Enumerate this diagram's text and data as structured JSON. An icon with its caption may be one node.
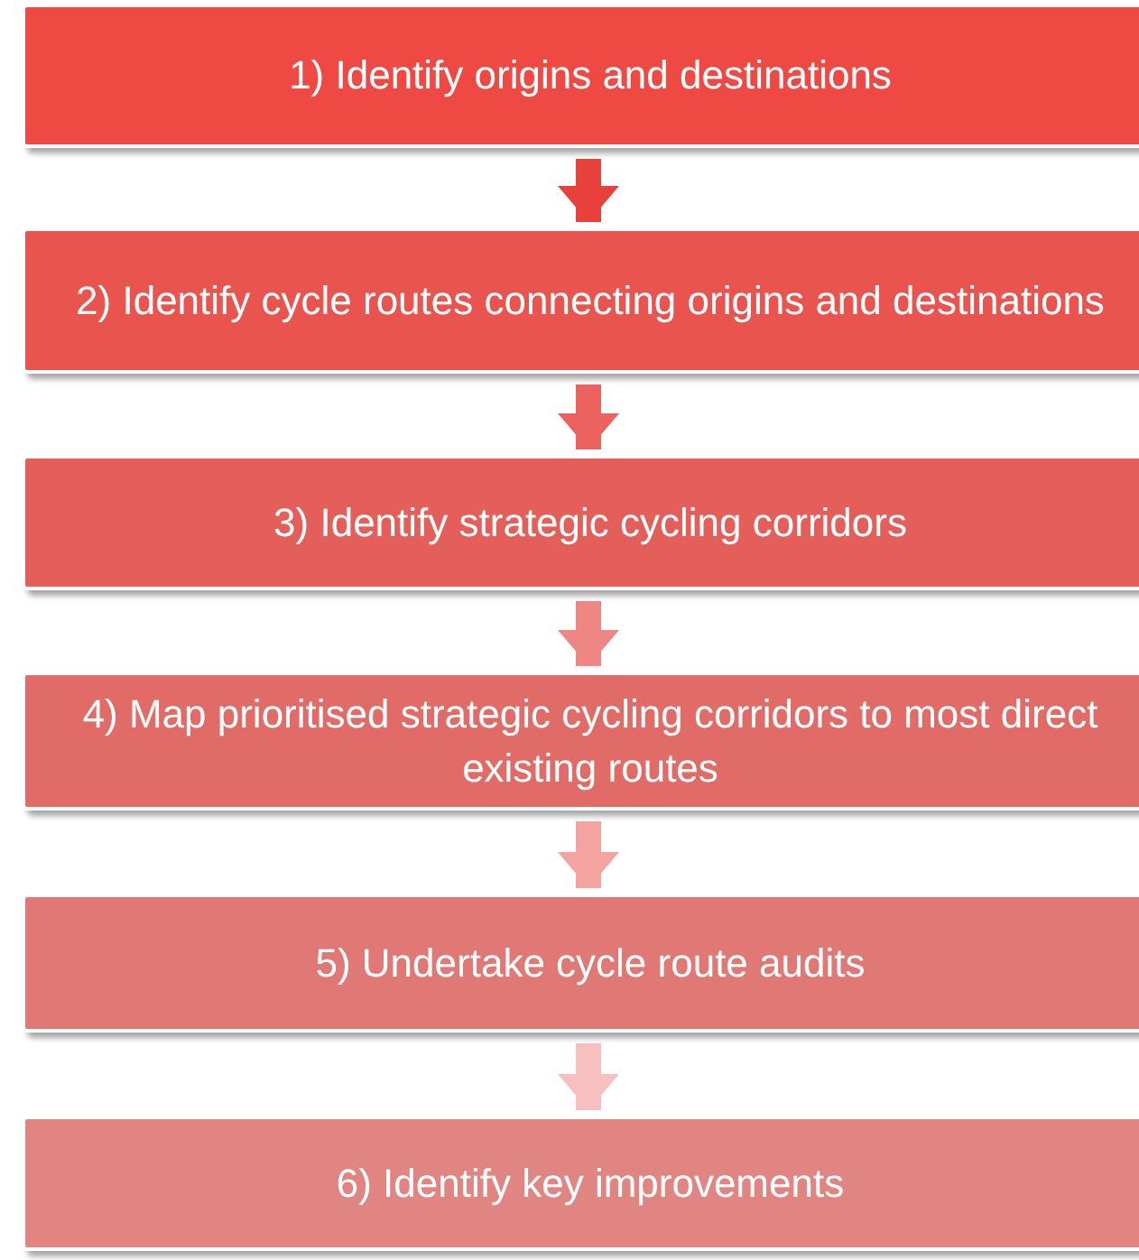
{
  "diagram": {
    "nodes": [
      {
        "text": [
          "1) Identify origins and destinations"
        ]
      },
      {
        "text": [
          "2) Identify cycle routes connecting origins and destinations"
        ]
      },
      {
        "text": [
          "3) Identify strategic cycling corridors"
        ]
      },
      {
        "text": [
          "4) Map prioritised strategic cycling corridors to most direct existing routes"
        ]
      },
      {
        "text": [
          "5) Undertake cycle route audits"
        ]
      },
      {
        "text": [
          "6) Identify key improvements"
        ]
      }
    ],
    "edges": [
      {
        "from": 0,
        "to": 1,
        "arrow": "to",
        "color": "#e8403a"
      },
      {
        "from": 1,
        "to": 2,
        "arrow": "to",
        "color": "#ec625e"
      },
      {
        "from": 2,
        "to": 3,
        "arrow": "to",
        "color": "#ee8784"
      },
      {
        "from": 3,
        "to": 4,
        "arrow": "to",
        "color": "#f4a3a1"
      },
      {
        "from": 4,
        "to": 5,
        "arrow": "to",
        "color": "#f7bfbd"
      }
    ]
  }
}
